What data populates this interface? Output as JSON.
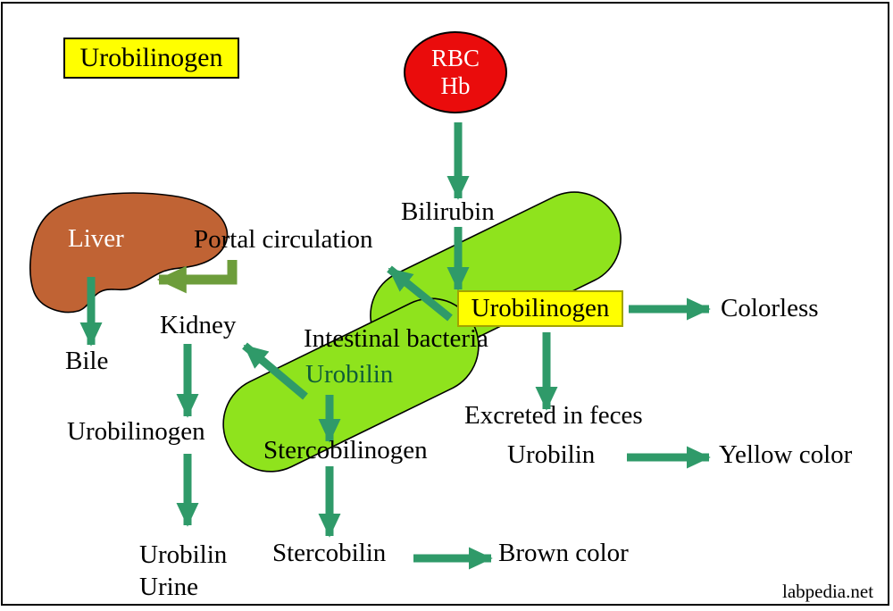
{
  "diagram": {
    "title_box": "Urobilinogen",
    "rbc": {
      "line1": "RBC",
      "line2": "Hb"
    },
    "labels": {
      "bilirubin": "Bilirubin",
      "liver": "Liver",
      "portal_circulation": "Portal circulation",
      "kidney": "Kidney",
      "bile": "Bile",
      "urobilinogen_left": "Urobilinogen",
      "urobilin_left": "Urobilin",
      "urine": "Urine",
      "intestinal_bacteria": "Intestinal bacteria",
      "urobilin_intestine": "Urobilin",
      "stercobilinogen": "Stercobilinogen",
      "stercobilin": "Stercobilin",
      "brown_color": "Brown color",
      "urobilinogen_mid_box": "Urobilinogen",
      "colorless": "Colorless",
      "excreted_in_feces": "Excreted in feces",
      "urobilin_right": "Urobilin",
      "yellow_color": "Yellow color"
    },
    "watermark": "labpedia.net",
    "colors": {
      "arrow_teal": "#2f9a69",
      "arrow_olive": "#6d9d3b",
      "highlight_yellow": "#ffff00",
      "box_border_dark_yellow": "#a3a300",
      "rbc_red": "#ea0c0c",
      "liver_brown": "#c06334",
      "intestine_green": "#8fe31d",
      "urobilin_text_green": "#0f5c38",
      "outline_black": "#000000"
    }
  }
}
